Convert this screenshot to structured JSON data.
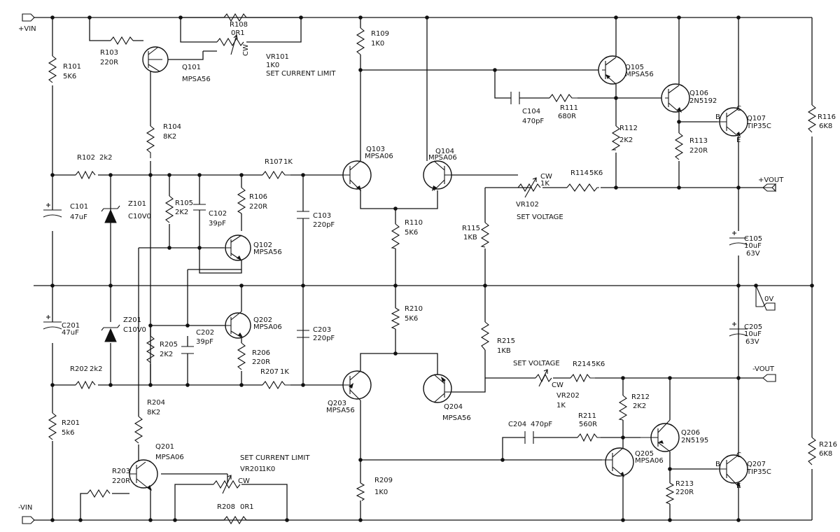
{
  "nets": {
    "vin_pos": "+VIN",
    "vin_neg": "-VIN",
    "vout_pos": "+VOUT",
    "vout_neg": "-VOUT",
    "ground": "0V"
  },
  "resistors": {
    "R101": {
      "ref": "R101",
      "value": "5K6"
    },
    "R102": {
      "ref": "R102",
      "value": "2k2"
    },
    "R103": {
      "ref": "R103",
      "value": "220R"
    },
    "R104": {
      "ref": "R104",
      "value": "8K2"
    },
    "R105": {
      "ref": "R105",
      "value": "2K2"
    },
    "R106": {
      "ref": "R106",
      "value": "220R"
    },
    "R107": {
      "ref": "R107",
      "value": "1K"
    },
    "R108": {
      "ref": "R108",
      "value": "0R1"
    },
    "R109": {
      "ref": "R109",
      "value": "1K0"
    },
    "R110": {
      "ref": "R110",
      "value": "5K6"
    },
    "R111": {
      "ref": "R111",
      "value": "680R"
    },
    "R112": {
      "ref": "R112",
      "value": "2K2"
    },
    "R113": {
      "ref": "R113",
      "value": "220R"
    },
    "R114": {
      "ref": "R114",
      "value": "5K6"
    },
    "R115": {
      "ref": "R115",
      "value": "1KB"
    },
    "R116": {
      "ref": "R116",
      "value": "6K8"
    },
    "R201": {
      "ref": "R201",
      "value": "5k6"
    },
    "R202": {
      "ref": "R202",
      "value": "2k2"
    },
    "R203": {
      "ref": "R203",
      "value": "220R"
    },
    "R204": {
      "ref": "R204",
      "value": "8K2"
    },
    "R205": {
      "ref": "R205",
      "value": "2K2"
    },
    "R206": {
      "ref": "R206",
      "value": "220R"
    },
    "R207": {
      "ref": "R207",
      "value": "1K"
    },
    "R208": {
      "ref": "R208",
      "value": "0R1"
    },
    "R209": {
      "ref": "R209",
      "value": "1K0"
    },
    "R210": {
      "ref": "R210",
      "value": "5K6"
    },
    "R211": {
      "ref": "R211",
      "value": "560R"
    },
    "R212": {
      "ref": "R212",
      "value": "2K2"
    },
    "R213": {
      "ref": "R213",
      "value": "220R"
    },
    "R214": {
      "ref": "R214",
      "value": "5K6"
    },
    "R215": {
      "ref": "R215",
      "value": "1KB"
    },
    "R216": {
      "ref": "R216",
      "value": "6K8"
    }
  },
  "capacitors": {
    "C101": {
      "ref": "C101",
      "value": "47uF"
    },
    "C102": {
      "ref": "C102",
      "value": "39pF"
    },
    "C103": {
      "ref": "C103",
      "value": "220pF"
    },
    "C104": {
      "ref": "C104",
      "value": "470pF"
    },
    "C105": {
      "ref": "C105",
      "value": "10uF",
      "rating": "63V"
    },
    "C201": {
      "ref": "C201",
      "value": "47uF"
    },
    "C202": {
      "ref": "C202",
      "value": "39pF"
    },
    "C203": {
      "ref": "C203",
      "value": "220pF"
    },
    "C204": {
      "ref": "C204",
      "value": "470pF"
    },
    "C205": {
      "ref": "C205",
      "value": "10uF",
      "rating": "63V"
    }
  },
  "zeners": {
    "Z101": {
      "ref": "Z101",
      "value": "C10V0"
    },
    "Z201": {
      "ref": "Z201",
      "value": "C10V0"
    }
  },
  "transistors": {
    "Q101": {
      "ref": "Q101",
      "part": "MPSA56"
    },
    "Q102": {
      "ref": "Q102",
      "part": "MPSA56"
    },
    "Q103": {
      "ref": "Q103",
      "part": "MPSA06"
    },
    "Q104": {
      "ref": "Q104",
      "part": "MPSA06"
    },
    "Q105": {
      "ref": "Q105",
      "part": "MPSA56"
    },
    "Q106": {
      "ref": "Q106",
      "part": "2N5192"
    },
    "Q107": {
      "ref": "Q107",
      "part": "TIP35C"
    },
    "Q201": {
      "ref": "Q201",
      "part": "MPSA06"
    },
    "Q202": {
      "ref": "Q202",
      "part": "MPSA06"
    },
    "Q203": {
      "ref": "Q203",
      "part": "MPSA56"
    },
    "Q204": {
      "ref": "Q204",
      "part": "MPSA56"
    },
    "Q205": {
      "ref": "Q205",
      "part": "MPSA06"
    },
    "Q206": {
      "ref": "Q206",
      "part": "2N5195"
    },
    "Q207": {
      "ref": "Q207",
      "part": "TIP35C"
    }
  },
  "pots": {
    "VR101": {
      "ref": "VR101",
      "value": "1K0",
      "function": "SET CURRENT LIMIT",
      "cw": "CW"
    },
    "VR102": {
      "ref": "VR102",
      "value": "1K",
      "function": "SET VOLTAGE",
      "cw": "CW"
    },
    "VR201": {
      "ref": "VR201",
      "value": "1K0",
      "function": "SET CURRENT LIMIT",
      "cw": "CW"
    },
    "VR202": {
      "ref": "VR202",
      "value": "1K",
      "function": "SET VOLTAGE",
      "cw": "CW"
    }
  },
  "pins": {
    "c": "C",
    "b": "B",
    "e": "E"
  }
}
